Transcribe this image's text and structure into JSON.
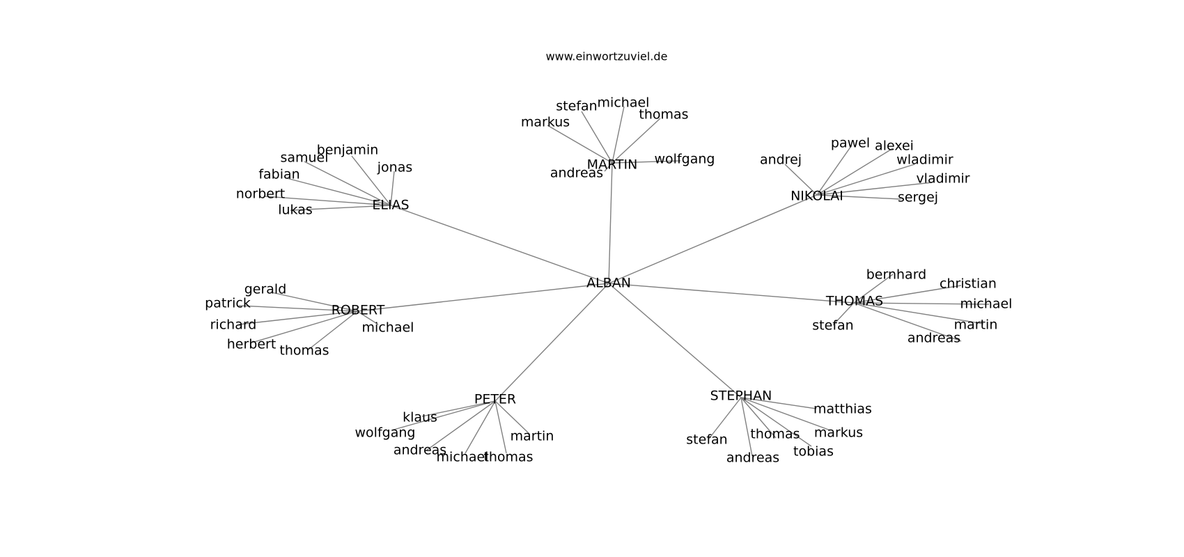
{
  "header": {
    "site": "www.einwortzuviel.de"
  },
  "graph": {
    "root": "ALBAN",
    "hubs": [
      {
        "id": "MARTIN",
        "children": [
          "stefan",
          "michael",
          "thomas",
          "markus",
          "wolfgang",
          "andreas"
        ]
      },
      {
        "id": "ELIAS",
        "children": [
          "benjamin",
          "samuel",
          "jonas",
          "fabian",
          "norbert",
          "lukas"
        ]
      },
      {
        "id": "NIKOLAI",
        "children": [
          "pawel",
          "alexei",
          "andrej",
          "wladimir",
          "vladimir",
          "sergej"
        ]
      },
      {
        "id": "ROBERT",
        "children": [
          "gerald",
          "patrick",
          "richard",
          "michael",
          "herbert",
          "thomas"
        ]
      },
      {
        "id": "THOMAS",
        "children": [
          "bernhard",
          "christian",
          "michael",
          "stefan",
          "martin",
          "andreas"
        ]
      },
      {
        "id": "PETER",
        "children": [
          "klaus",
          "wolfgang",
          "martin",
          "andreas",
          "michael",
          "thomas"
        ]
      },
      {
        "id": "STEPHAN",
        "children": [
          "matthias",
          "markus",
          "stefan",
          "thomas",
          "tobias",
          "andreas"
        ]
      }
    ]
  }
}
